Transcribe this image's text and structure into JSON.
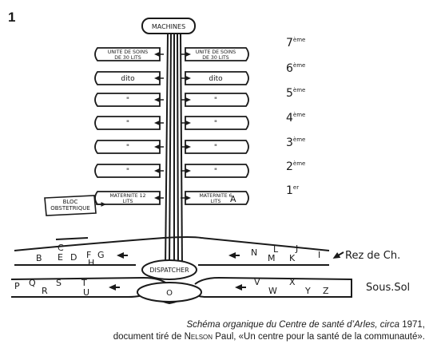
{
  "figure_number": "1",
  "diagram": {
    "top_box": "MACHINES",
    "floor_labels": [
      "7ème",
      "6ème",
      "5ème",
      "4ème",
      "3ème",
      "2ème",
      "1er"
    ],
    "floors": [
      {
        "left": "UNITE DE SOINS DE 30 LITS",
        "right": "UNITE DE SOINS DE 30 LITS"
      },
      {
        "left": "dito",
        "right": "dito"
      },
      {
        "left": "\"",
        "right": "\""
      },
      {
        "left": "\"",
        "right": "\""
      },
      {
        "left": "\"",
        "right": "\""
      },
      {
        "left": "\"",
        "right": "\""
      },
      {
        "left": "MATERNITE 12 LITS",
        "right": "MATERNITE 6 LITS",
        "right_extra": "A"
      }
    ],
    "side_box": "BLOC OBSTETRIQUE",
    "dispatcher": "DISPATCHER",
    "ground_label": "Rez de Ch.",
    "basement_label": "Sous.Sol",
    "ground_left_letters": [
      "B",
      "C",
      "E",
      "D",
      "F",
      "G",
      "H"
    ],
    "ground_right_letters": [
      "N",
      "L",
      "M",
      "J",
      "K",
      "I"
    ],
    "basement_left_letters": [
      "P",
      "Q",
      "R",
      "S",
      "T",
      "U"
    ],
    "basement_right_letters": [
      "V",
      "W",
      "X",
      "Y",
      "Z"
    ],
    "bottom_circle": "O"
  },
  "caption": {
    "line1_italic": "Schéma organique du Centre de santé d’Arles,",
    "line1_italic2": "circa",
    "line1_year": "1971,",
    "line2_pre": "document tiré de",
    "line2_author": "Nelson",
    "line2_post": "Paul, «Un centre pour la santé de la communauté»."
  }
}
